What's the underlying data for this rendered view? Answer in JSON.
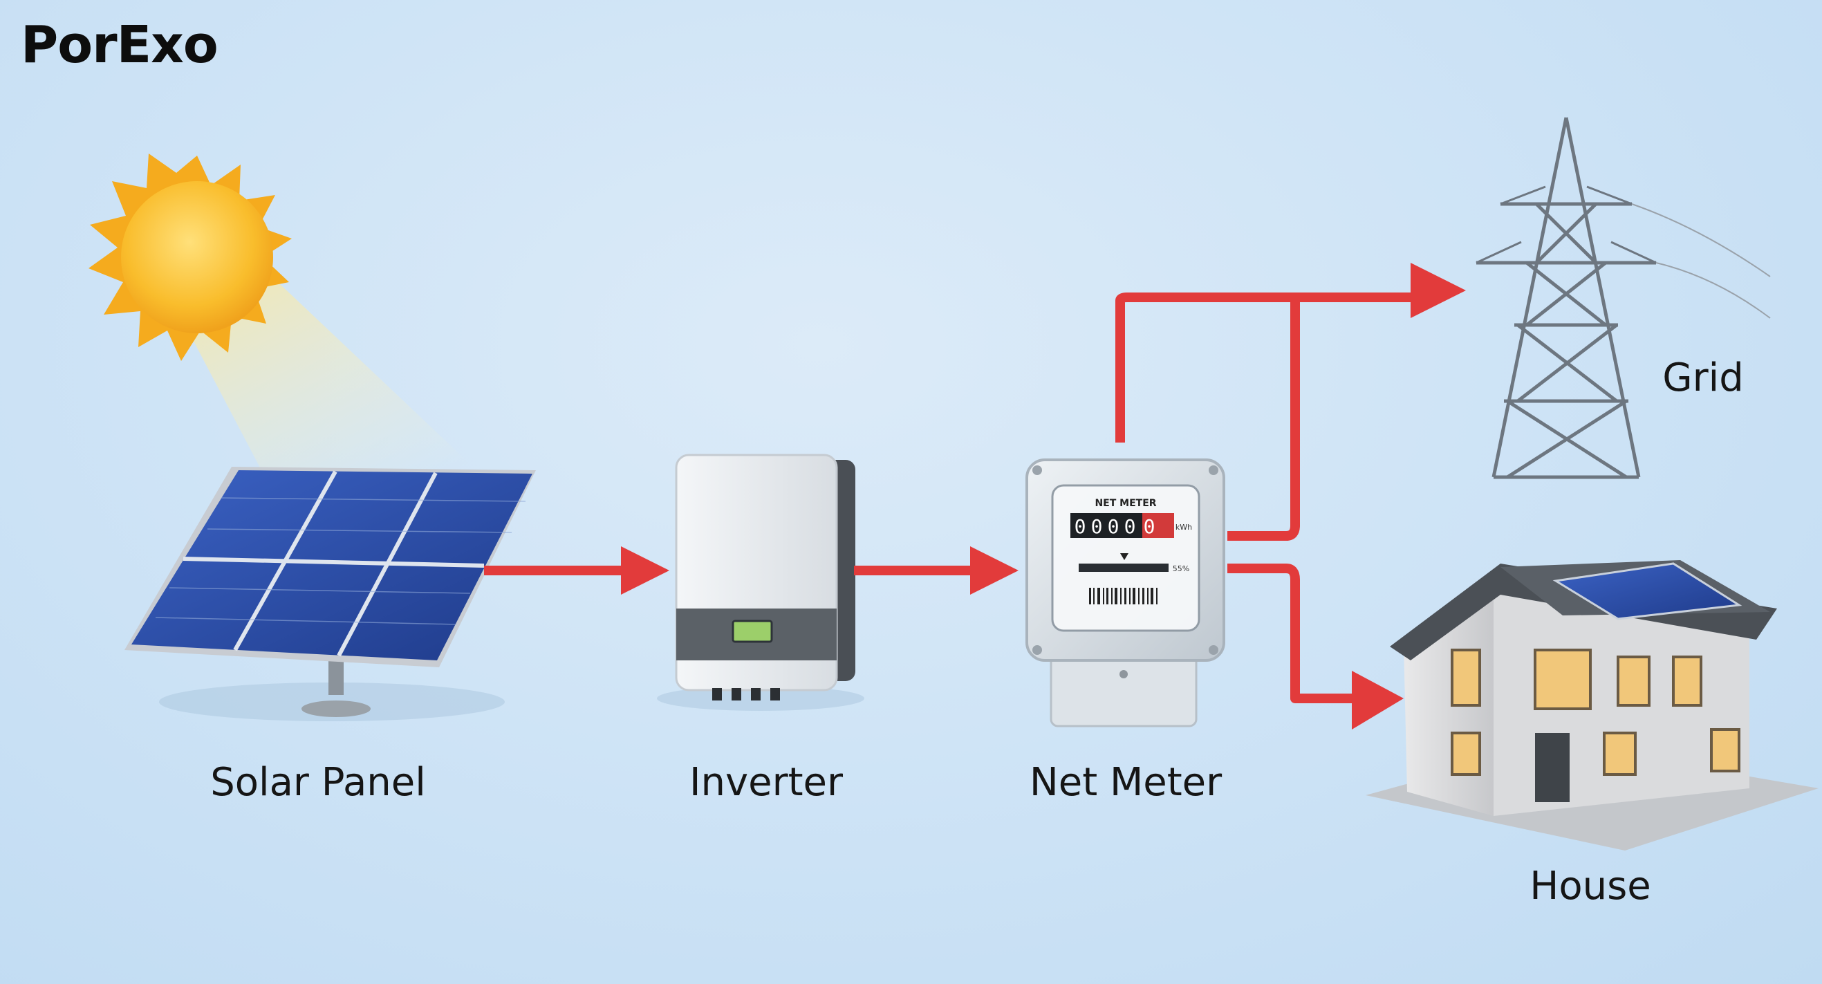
{
  "brand": {
    "name": "PorExo"
  },
  "nodes": {
    "solar_panel": "Solar Panel",
    "inverter": "Inverter",
    "net_meter": "Net Meter",
    "grid": "Grid",
    "house": "House"
  },
  "meter": {
    "title": "NET METER",
    "digits": [
      "0",
      "0",
      "0",
      "0",
      "0"
    ],
    "unit": "kWh",
    "percent": "55%"
  },
  "colors": {
    "arrow": "#e23b3b",
    "sun": "#f7b928",
    "panel": "#2e4fa6",
    "background": "#cfe4f6"
  },
  "icons": [
    "sun-icon",
    "solar-panel-icon",
    "inverter-icon",
    "net-meter-icon",
    "transmission-tower-icon",
    "house-icon"
  ]
}
